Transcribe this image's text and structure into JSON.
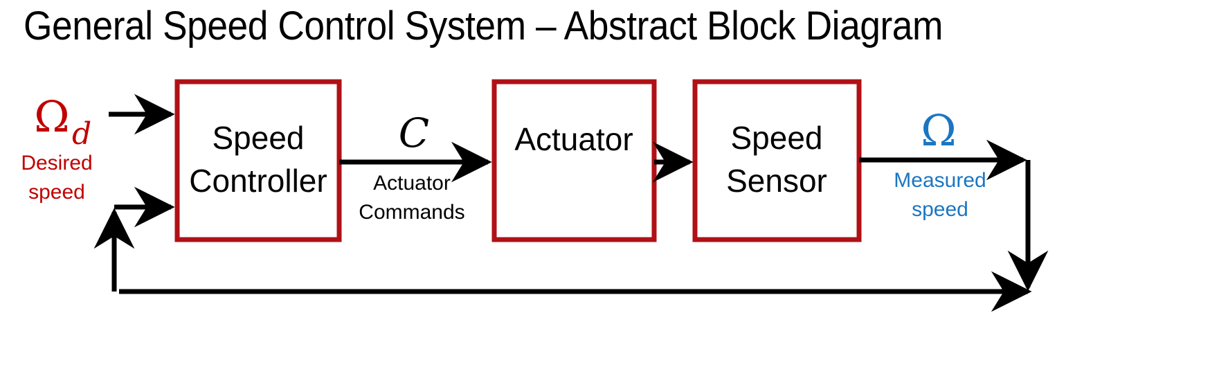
{
  "title": "General Speed Control System – Abstract Block Diagram",
  "colors": {
    "block_border": "#B01116",
    "reference_red": "#C00000",
    "measured_blue": "#1B76C2",
    "line_black": "#000000",
    "background": "#FFFFFF"
  },
  "blocks": [
    {
      "id": "speed-controller",
      "line1": "Speed",
      "line2": "Controller"
    },
    {
      "id": "actuator",
      "line1": "Actuator",
      "line2": ""
    },
    {
      "id": "speed-sensor",
      "line1": "Speed",
      "line2": "Sensor"
    }
  ],
  "signals": {
    "reference": {
      "symbol": "Ω",
      "subscript": "d",
      "caption_line1": "Desired",
      "caption_line2": "speed",
      "color": "#C00000"
    },
    "control": {
      "symbol": "C",
      "subscript": "",
      "caption_line1": "Actuator",
      "caption_line2": "Commands",
      "color": "#000000"
    },
    "measured": {
      "symbol": "Ω",
      "subscript": "",
      "caption_line1": "Measured",
      "caption_line2": "speed",
      "color": "#1B76C2"
    }
  },
  "arrows": [
    {
      "id": "reference-into-controller",
      "direction": "right"
    },
    {
      "id": "controller-to-actuator",
      "direction": "right"
    },
    {
      "id": "actuator-to-sensor",
      "direction": "right"
    },
    {
      "id": "sensor-output",
      "direction": "right"
    },
    {
      "id": "feedback-down",
      "direction": "down"
    },
    {
      "id": "feedback-left",
      "direction": "left"
    },
    {
      "id": "feedback-up",
      "direction": "up"
    },
    {
      "id": "feedback-into-controller",
      "direction": "right"
    }
  ]
}
